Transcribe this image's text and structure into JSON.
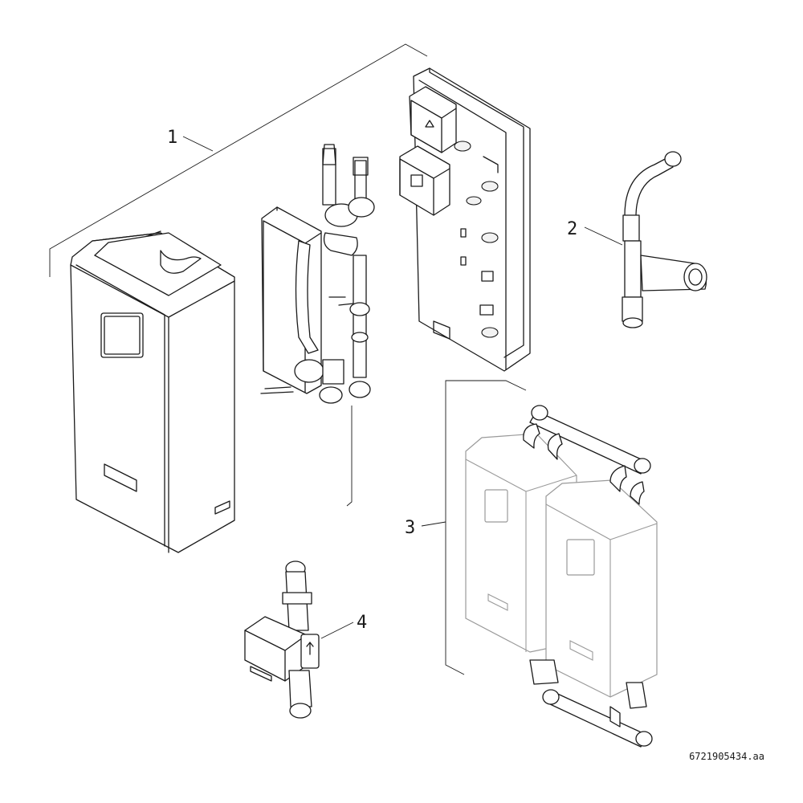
{
  "callouts": {
    "c1": "1",
    "c2": "2",
    "c3": "3",
    "c4": "4"
  },
  "reference_code": "6721905434.aa",
  "icons": {
    "arrow": "up-arrow-icon",
    "warning": "warning-triangle-icon"
  }
}
